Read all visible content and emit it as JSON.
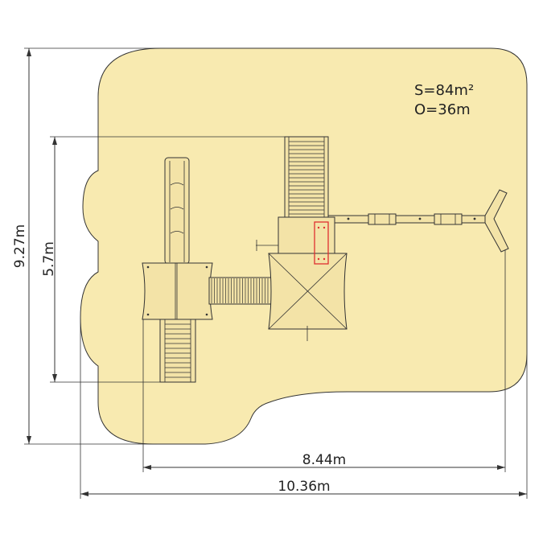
{
  "stats": {
    "area": "S=84m²",
    "perimeter": "O=36m"
  },
  "dimensions": {
    "height_total": "9.27m",
    "height_inner": "5.7m",
    "width_inner": "8.44m",
    "width_total": "10.36m"
  },
  "colors": {
    "safety_zone": "#f8eab0",
    "equipment": "#f3e3a7",
    "outline": "#333333",
    "highlight": "#e03030"
  }
}
